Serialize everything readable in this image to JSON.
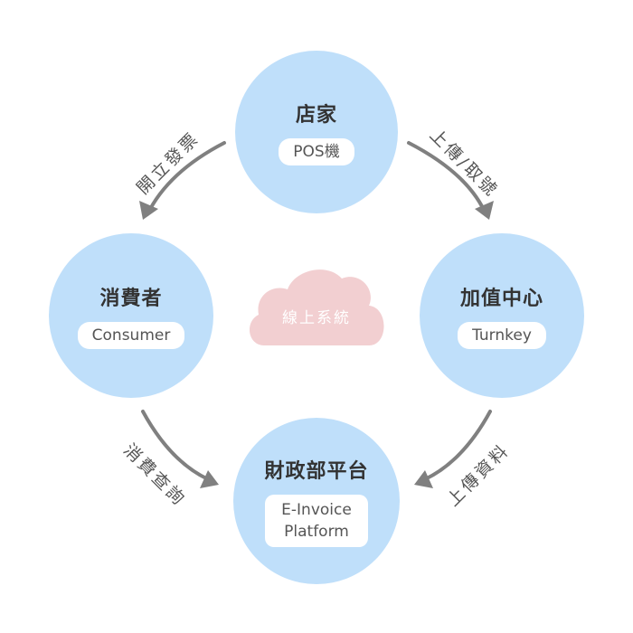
{
  "nodes": {
    "store": {
      "title": "店家",
      "subtitle": "POS機"
    },
    "consumer": {
      "title": "消費者",
      "subtitle": "Consumer"
    },
    "turnkey": {
      "title": "加值中心",
      "subtitle": "Turnkey"
    },
    "platform": {
      "title": "財政部平台",
      "subtitle_line1": "E-Invoice",
      "subtitle_line2": "Platform"
    }
  },
  "center": {
    "label": "線上系統"
  },
  "edges": {
    "store_to_consumer": "開立發票",
    "store_to_turnkey": "上傳/取號",
    "consumer_to_platform": "消費查詢",
    "turnkey_to_platform": "上傳資料"
  },
  "colors": {
    "node_fill": "#bfdffa",
    "cloud_fill": "#f2cfd1",
    "arrow": "#808080",
    "text": "#333333"
  }
}
